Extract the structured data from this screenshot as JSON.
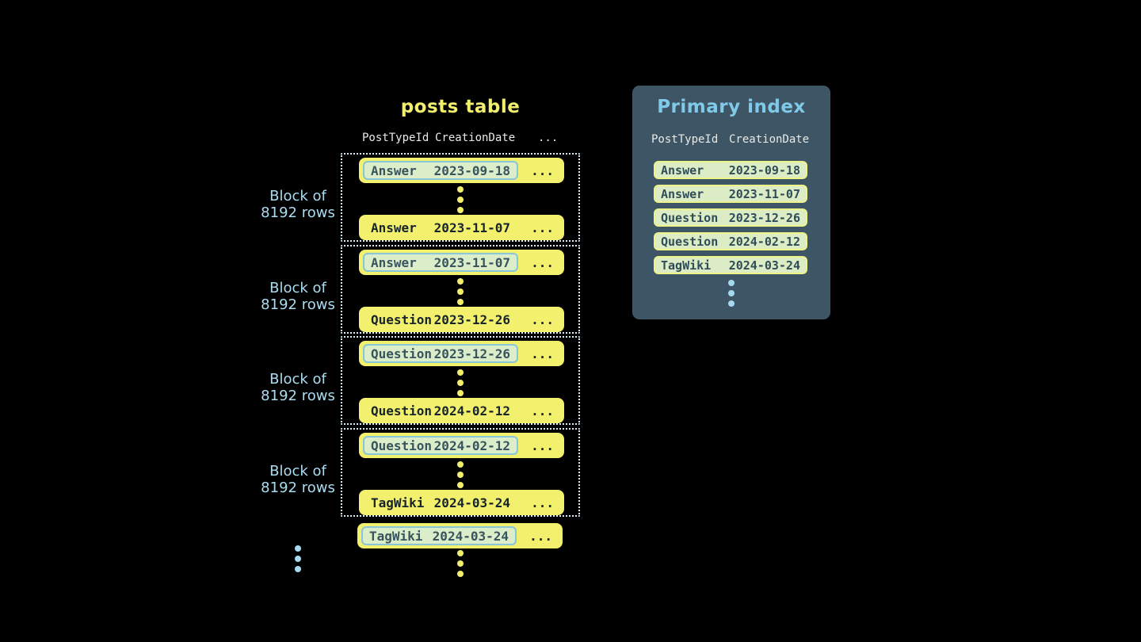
{
  "posts_table": {
    "title": "posts table",
    "headers": {
      "col1": "PostTypeId",
      "col2": "CreationDate",
      "col3": "..."
    },
    "ellipsis": "...",
    "block_label": {
      "line1": "Block of",
      "line2": "8192 rows"
    },
    "blocks": [
      {
        "first_row": {
          "type": "Answer",
          "date": "2023-09-18"
        },
        "last_row": {
          "type": "Answer",
          "date": "2023-11-07"
        }
      },
      {
        "first_row": {
          "type": "Answer",
          "date": "2023-11-07"
        },
        "last_row": {
          "type": "Question",
          "date": "2023-12-26"
        }
      },
      {
        "first_row": {
          "type": "Question",
          "date": "2023-12-26"
        },
        "last_row": {
          "type": "Question",
          "date": "2024-02-12"
        }
      },
      {
        "first_row": {
          "type": "Question",
          "date": "2024-02-12"
        },
        "last_row": {
          "type": "TagWiki",
          "date": "2024-03-24"
        }
      }
    ],
    "overflow_row": {
      "type": "TagWiki",
      "date": "2024-03-24"
    }
  },
  "primary_index": {
    "title": "Primary index",
    "headers": {
      "col1": "PostTypeId",
      "col2": "CreationDate"
    },
    "rows": [
      {
        "type": "Answer",
        "date": "2023-09-18"
      },
      {
        "type": "Answer",
        "date": "2023-11-07"
      },
      {
        "type": "Question",
        "date": "2023-12-26"
      },
      {
        "type": "Question",
        "date": "2024-02-12"
      },
      {
        "type": "TagWiki",
        "date": "2024-03-24"
      }
    ]
  },
  "colors": {
    "background": "#000000",
    "row_yellow": "#f3f06e",
    "row_text_dark": "#17242c",
    "highlight_fill": "#dcedca",
    "highlight_border_blue": "#87c5d9",
    "index_pill_fill": "#dcedc6",
    "index_pill_border_yellow": "#edf289",
    "index_pill_text": "#2f4c59",
    "dotted_border": "#d8edf5",
    "panel_background": "#3e5565",
    "panel_title_blue": "#80cae9",
    "header_text": "#e9eae6",
    "block_label_blue": "#abdcf0",
    "dot_yellow": "#f0ee6a",
    "dot_blue": "#a6d9ef"
  }
}
